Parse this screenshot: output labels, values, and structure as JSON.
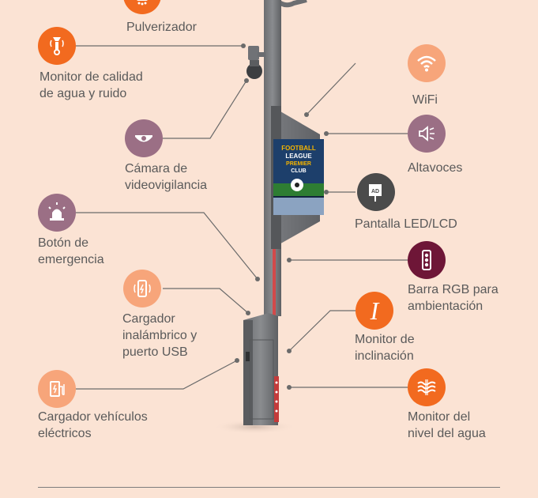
{
  "colors": {
    "background": "#fbe3d4",
    "orange": "#f26a1f",
    "peach": "#f7a57a",
    "mauve": "#9b6f85",
    "dark": "#4b4b4b",
    "wine": "#6e1637",
    "text": "#5a5a5a",
    "line": "#6b6b6b"
  },
  "screen": {
    "line1": "FOOTBALL",
    "line2": "LEAGUE",
    "line3": "PREMIER",
    "line4": "CLUB"
  },
  "features": {
    "pulverizador": {
      "label": "Pulverizador",
      "icon": "sprayer-icon"
    },
    "calidad_agua_ruido": {
      "label": "Monitor de calidad\nde agua y ruido",
      "icon": "water-quality-sensor-icon"
    },
    "camara": {
      "label": "Cámara de\nvideovigilancia",
      "icon": "security-camera-icon"
    },
    "boton_emergencia": {
      "label": "Botón de\nemergencia",
      "icon": "emergency-alarm-icon"
    },
    "cargador_inalambrico": {
      "label": "Cargador\ninalámbrico y\npuerto USB",
      "icon": "wireless-charging-icon"
    },
    "cargador_vehiculos": {
      "label": "Cargador vehículos\neléctricos",
      "icon": "ev-charger-icon"
    },
    "wifi": {
      "label": "WiFi",
      "icon": "wifi-icon"
    },
    "altavoces": {
      "label": "Altavoces",
      "icon": "speaker-icon"
    },
    "pantalla": {
      "label": "Pantalla LED/LCD",
      "icon": "ad-display-icon",
      "badge": "AD"
    },
    "barra_rgb": {
      "label": "Barra RGB para\nambientación",
      "icon": "rgb-light-bar-icon"
    },
    "inclinacion": {
      "label": "Monitor de\ninclinación",
      "icon": "tilt-monitor-icon",
      "glyph": "I"
    },
    "nivel_agua": {
      "label": "Monitor del\nnivel del agua",
      "icon": "water-level-icon"
    }
  }
}
